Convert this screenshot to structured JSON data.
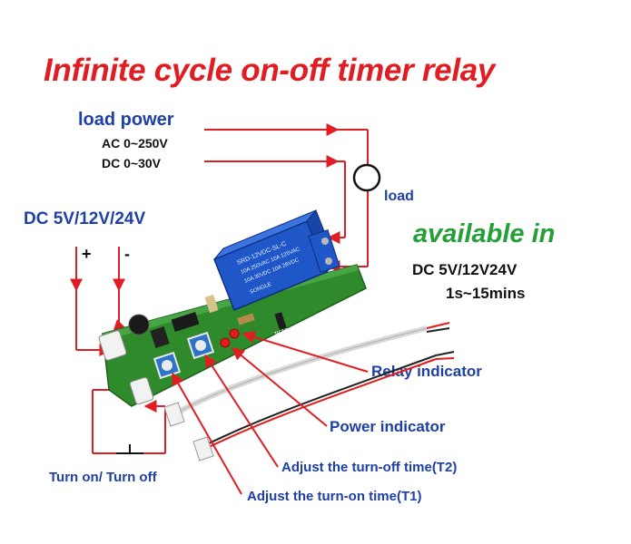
{
  "title": "Infinite cycle on-off timer relay",
  "load_power": {
    "heading": "load power",
    "ac": "AC 0~250V",
    "dc": "DC 0~30V",
    "load_label": "load"
  },
  "supply": {
    "label": "DC 5V/12V/24V",
    "plus": "+",
    "minus": "-"
  },
  "availability": {
    "heading": "available in",
    "voltages": "DC 5V/12V24V",
    "time_range": "1s~15mins"
  },
  "relay_text": {
    "line1": "SRD-12VDC-SL-C",
    "line2": "10A 250VAC 10A 125VAC",
    "line3": "10A 30VDC 10A 28VDC",
    "brand": "SONGLE"
  },
  "board_text": {
    "model": "JK11"
  },
  "callouts": {
    "relay_indicator": "Relay indicator",
    "power_indicator": "Power indicator",
    "adjust_off": "Adjust the turn-off time(T2)",
    "adjust_on": "Adjust the turn-on time(T1)",
    "turn_on_off": "Turn on/ Turn off"
  },
  "colors": {
    "title": "#e01d22",
    "blue_text": "#1d3fa6",
    "green_text": "#25a038",
    "arrow": "#e01d22",
    "board": "#2f8a2c",
    "relay": "#1f57c8"
  }
}
